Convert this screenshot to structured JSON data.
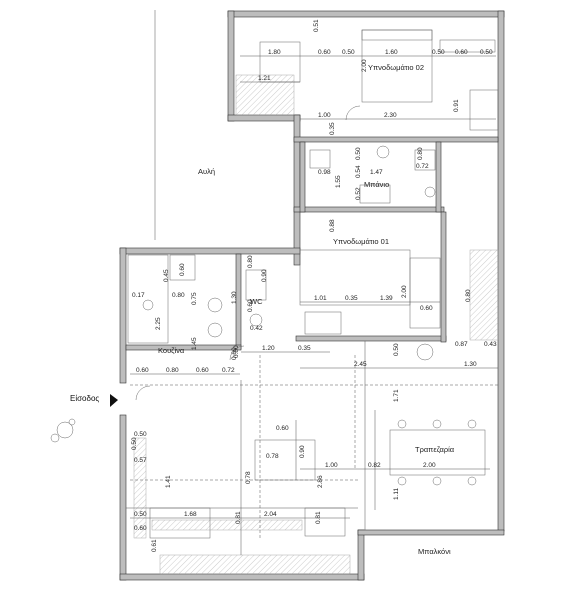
{
  "rooms": {
    "bedroom2": "Υπνοδωμάτιο 02",
    "bathroom": "Μπάνιο",
    "bedroom1": "Υπνοδωμάτιο 01",
    "wc": "WC",
    "kitchen": "Κουζίνα",
    "dining": "Τραπεζαρία",
    "courtyard": "Αυλή",
    "entrance": "Είσοδος",
    "balcony": "Μπαλκόνι"
  },
  "dims": {
    "b2_180": "1.80",
    "b2_060a": "0.60",
    "b2_050a": "0.50",
    "b2_160": "1.60",
    "b2_050b": "0.50",
    "b2_060b": "0.60",
    "b2_050c": "0.50",
    "b2_121": "1.21",
    "b2_100": "1.00",
    "b2_230": "2.30",
    "b2_051": "0.51",
    "b2_200": "2.00",
    "b2_091": "0.91",
    "b2_035": "0.35",
    "ba_050": "0.50",
    "ba_098": "0.98",
    "ba_147": "1.47",
    "ba_072": "0.72",
    "ba_155": "1.55",
    "ba_054": "0.54",
    "ba_052": "0.52",
    "ba_080": "0.80",
    "b1_088": "0.88",
    "b1_101": "1.01",
    "b1_035": "0.35",
    "b1_139": "1.39",
    "b1_200": "2.00",
    "b1_060": "0.60",
    "b1_080": "0.80",
    "b1_087": "0.87",
    "b1_043": "0.43",
    "b1_130": "1.30",
    "b1_050": "0.50",
    "wc_080": "0.80",
    "wc_090": "0.90",
    "wc_060": "0.60",
    "wc_042": "0.42",
    "wc_130": "1.30",
    "wc_120": "1.20",
    "wc_035": "0.35",
    "wc_080b": "0.80",
    "k_017": "0.17",
    "k_080": "0.80",
    "k_045": "0.45",
    "k_060a": "0.60",
    "k_075": "0.75",
    "k_225": "2.25",
    "k_145": "1.45",
    "k_060b": "0.60",
    "k_080b": "0.80",
    "k_060c": "0.60",
    "k_072": "0.72",
    "k_060d": "0.60",
    "l_245": "2.45",
    "l_171": "1.71",
    "l_050": "0.50",
    "l_057": "0.57",
    "l_050b": "0.50",
    "l_141": "1.41",
    "l_060": "0.60",
    "l_078": "0.78",
    "l_090": "0.90",
    "l_078b": "0.78",
    "l_100": "1.00",
    "l_082": "0.82",
    "l_200": "2.00",
    "l_286": "2.86",
    "l_111": "1.11",
    "l_050c": "0.50",
    "l_168": "1.68",
    "l_081": "0.81",
    "l_204": "2.04",
    "l_081b": "0.81",
    "l_060b": "0.60",
    "l_061": "0.61"
  }
}
